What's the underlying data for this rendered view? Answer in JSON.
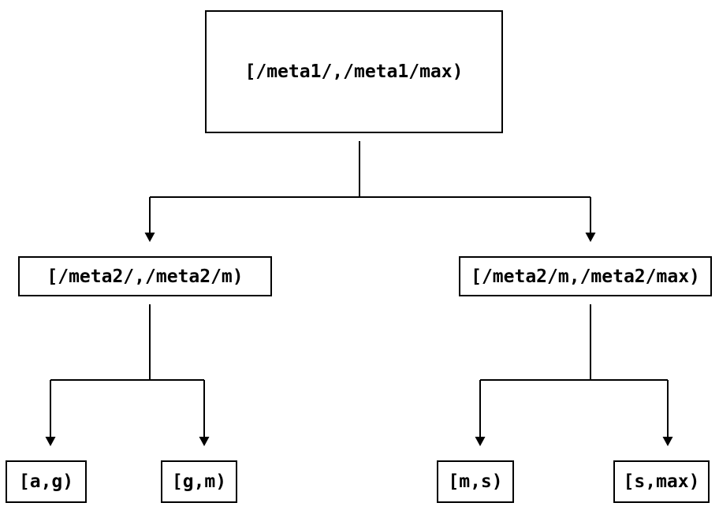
{
  "diagram": {
    "type": "binary-interval-tree",
    "background_color": "#ffffff",
    "line_color": "#000000",
    "text_color": "#000000",
    "nodes": {
      "root": {
        "label": "[/meta1/,/meta1/max)"
      },
      "left": {
        "label": "[/meta2/,/meta2/m)"
      },
      "right": {
        "label": "[/meta2/m,/meta2/max)"
      },
      "left_left": {
        "label": "[a,g)"
      },
      "left_right": {
        "label": "[g,m)"
      },
      "right_left": {
        "label": "[m,s)"
      },
      "right_right": {
        "label": "[s,max)"
      }
    },
    "edges": [
      {
        "from": "root",
        "to": "left"
      },
      {
        "from": "root",
        "to": "right"
      },
      {
        "from": "left",
        "to": "left_left"
      },
      {
        "from": "left",
        "to": "left_right"
      },
      {
        "from": "right",
        "to": "right_left"
      },
      {
        "from": "right",
        "to": "right_right"
      }
    ]
  }
}
